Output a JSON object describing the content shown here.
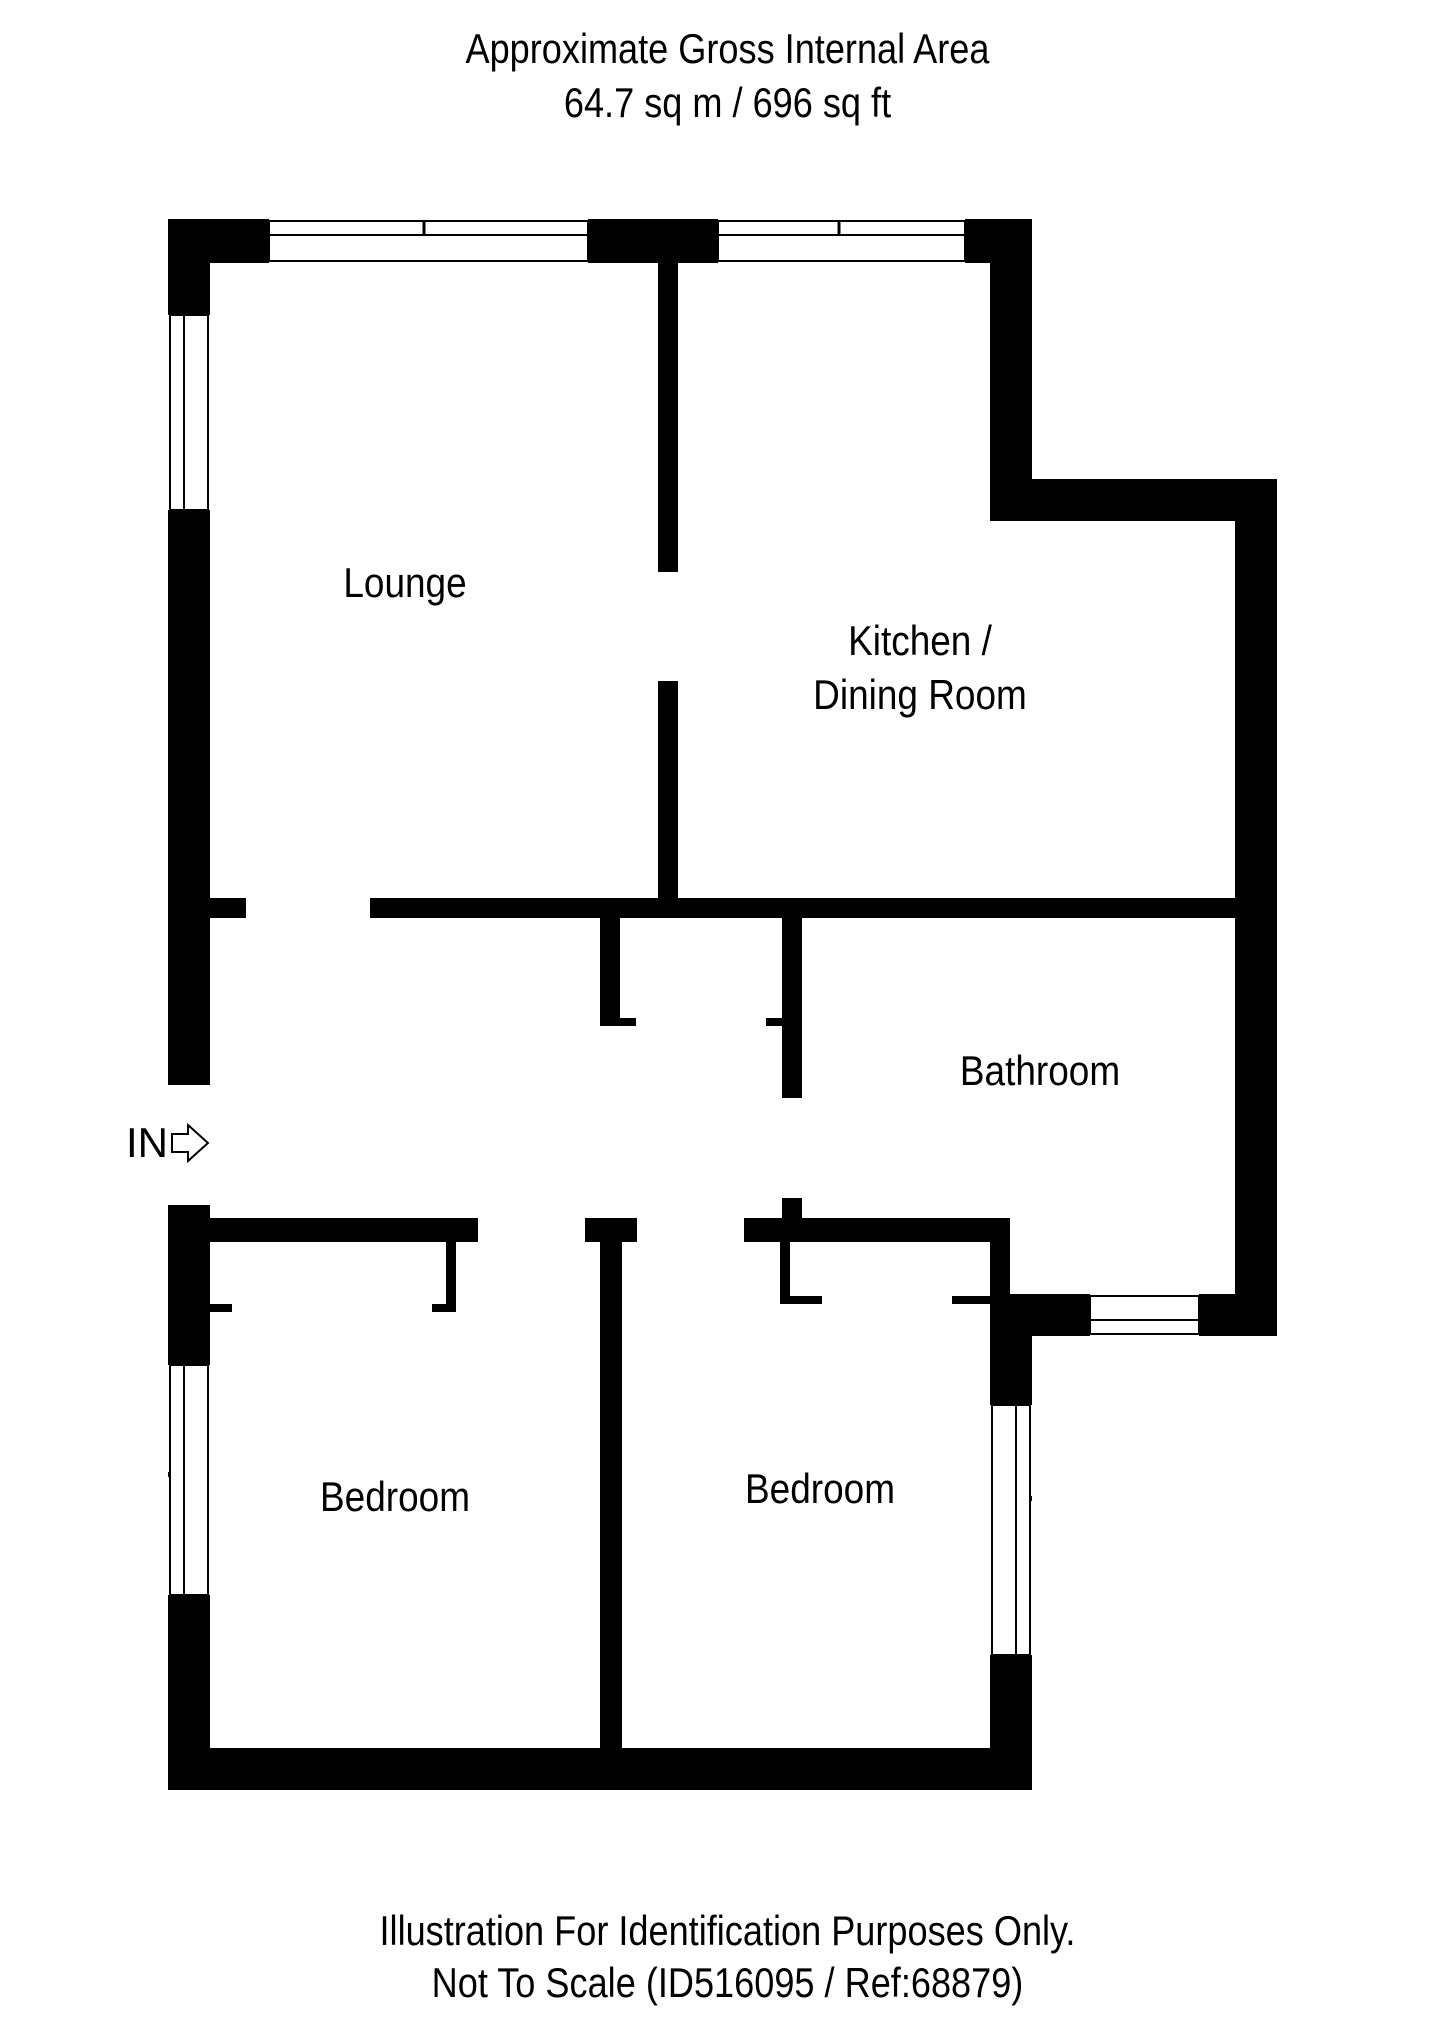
{
  "header": {
    "line1": "Approximate Gross Internal Area",
    "line2": "64.7 sq m / 696 sq ft"
  },
  "rooms": {
    "lounge": "Lounge",
    "kitchen_line1": "Kitchen /",
    "kitchen_line2": "Dining Room",
    "bathroom": "Bathroom",
    "bedroom_1": "Bedroom",
    "bedroom_2": "Bedroom"
  },
  "entrance": {
    "label": "IN",
    "icon": "arrow-right-outline-icon"
  },
  "footer": {
    "line1": "Illustration For Identification Purposes Only.",
    "line2": "Not To Scale (ID516095 / Ref:68879)"
  },
  "colors": {
    "wall": "#000000",
    "window": "#ffffff",
    "background": "#ffffff"
  }
}
